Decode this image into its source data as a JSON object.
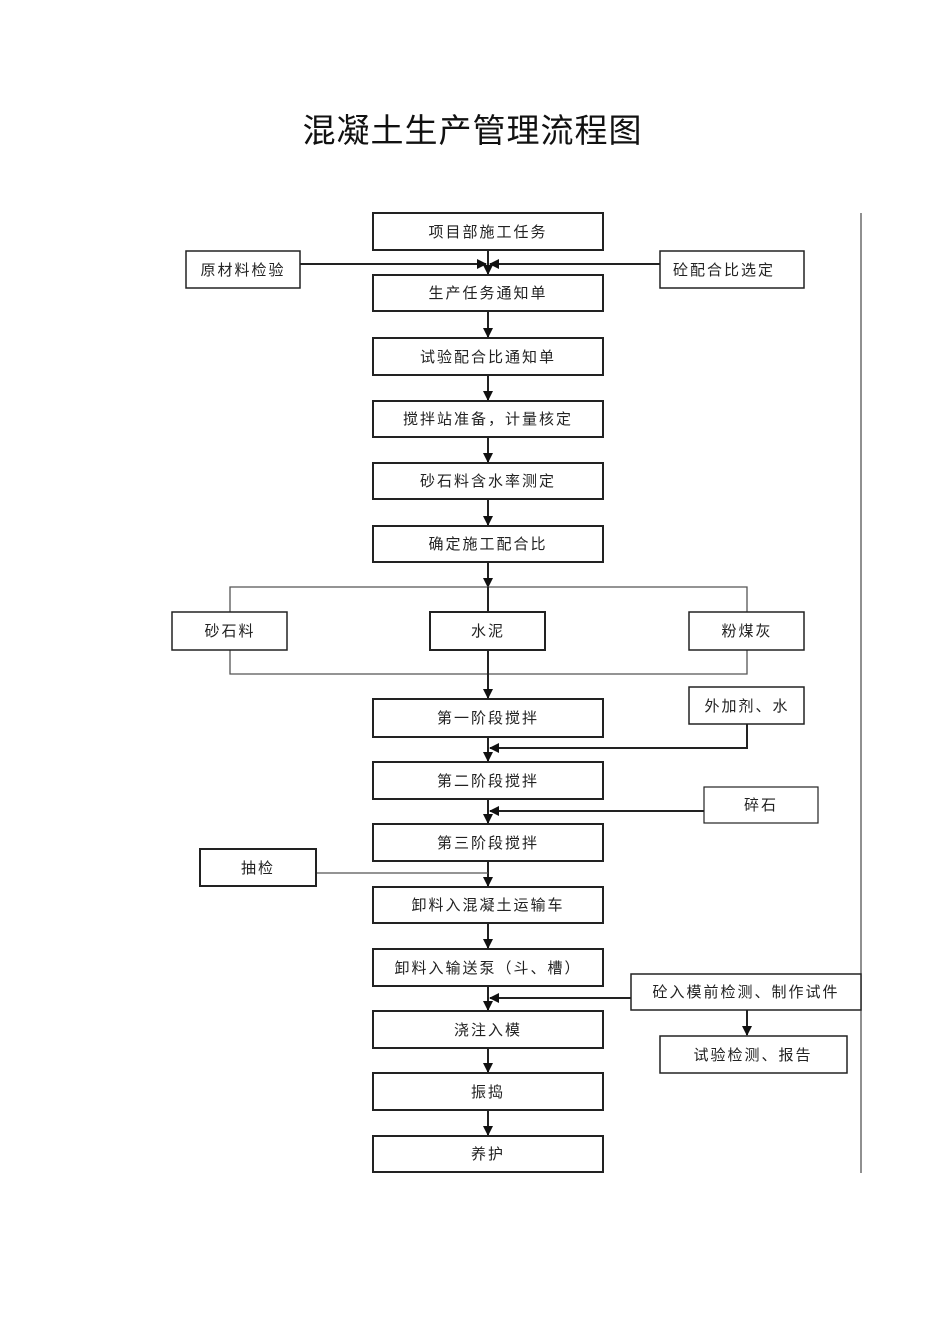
{
  "title": "混凝土生产管理流程图",
  "main_steps": [
    "项目部施工任务",
    "生产任务通知单",
    "试验配合比通知单",
    "搅拌站准备，计量核定",
    "砂石料含水率测定",
    "确定施工配合比",
    "第一阶段搅拌",
    "第二阶段搅拌",
    "第三阶段搅拌",
    "卸料入混凝土运输车",
    "卸料入输送泵（斗、槽）",
    "浇注入模",
    "振捣",
    "养护"
  ],
  "side_inputs": {
    "raw_material_check": "原材料检验",
    "mix_selection": "砼配合比选定",
    "sand_gravel": "砂石料",
    "cement": "水泥",
    "fly_ash": "粉煤灰",
    "admixture_water": "外加剂、水",
    "crushed_stone": "碎石",
    "sampling": "抽检",
    "pre_pour_test": "砼入模前检测、制作试件",
    "test_report": "试验检测、报告"
  }
}
